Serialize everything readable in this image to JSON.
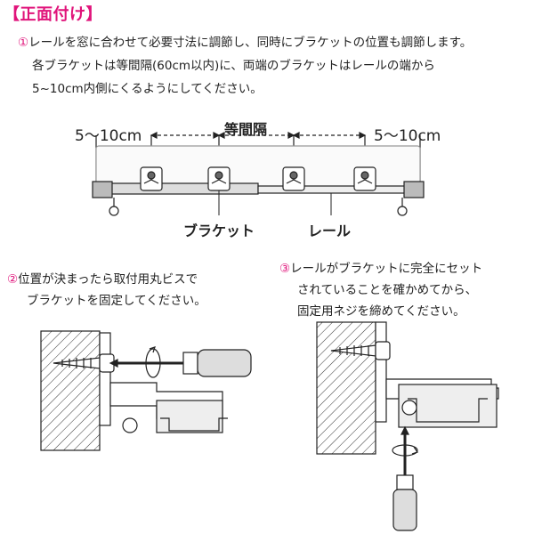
{
  "title": "【正面付け】",
  "step1": {
    "num": "①",
    "line1": "レールを窓に合わせて必要寸法に調節し、同時にブラケットの位置も調節します。",
    "line2": "各ブラケットは等間隔(60cm以内)に、両端のブラケットはレールの端から",
    "line3": "5~10cm内側にくるようにしてください。"
  },
  "diagram1": {
    "left_dim": "5～10cm",
    "center_dim": "等間隔",
    "right_dim": "5～10cm",
    "bracket_label": "ブラケット",
    "rail_label": "レール"
  },
  "step2": {
    "num": "②",
    "line1": "位置が決まったら取付用丸ビスで",
    "line2": "ブラケットを固定してください。"
  },
  "step3": {
    "num": "③",
    "line1": "レールがブラケットに完全にセット",
    "line2": "されていることを確かめてから、",
    "line3": "固定用ネジを締めてください。"
  },
  "colors": {
    "accent": "#e0137a",
    "line": "#222222"
  }
}
